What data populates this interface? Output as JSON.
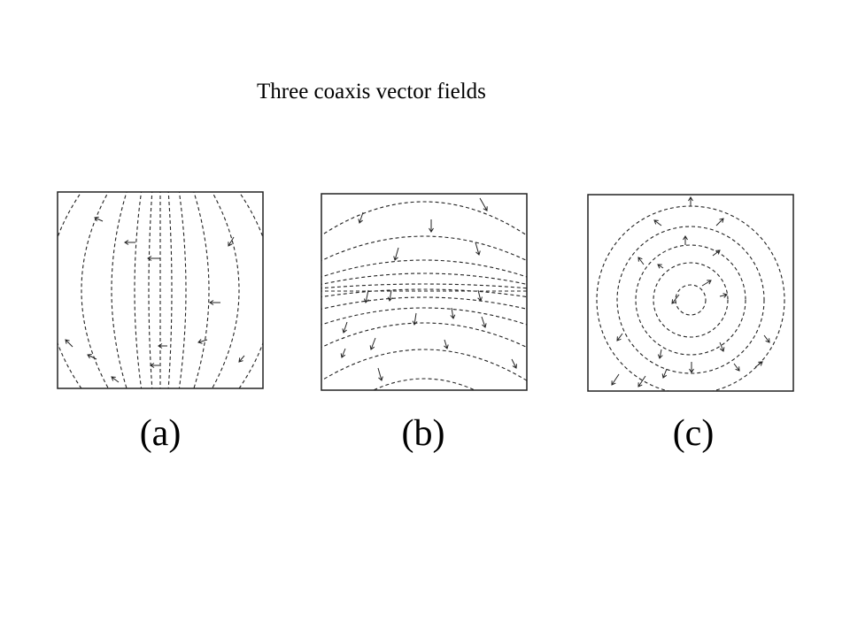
{
  "title": "Three coaxis vector fields",
  "panels": [
    {
      "id": "a",
      "label": "(a)"
    },
    {
      "id": "b",
      "label": "(b)"
    },
    {
      "id": "c",
      "label": "(c)"
    }
  ],
  "style": {
    "line_color": "#222222",
    "background": "#ffffff"
  }
}
